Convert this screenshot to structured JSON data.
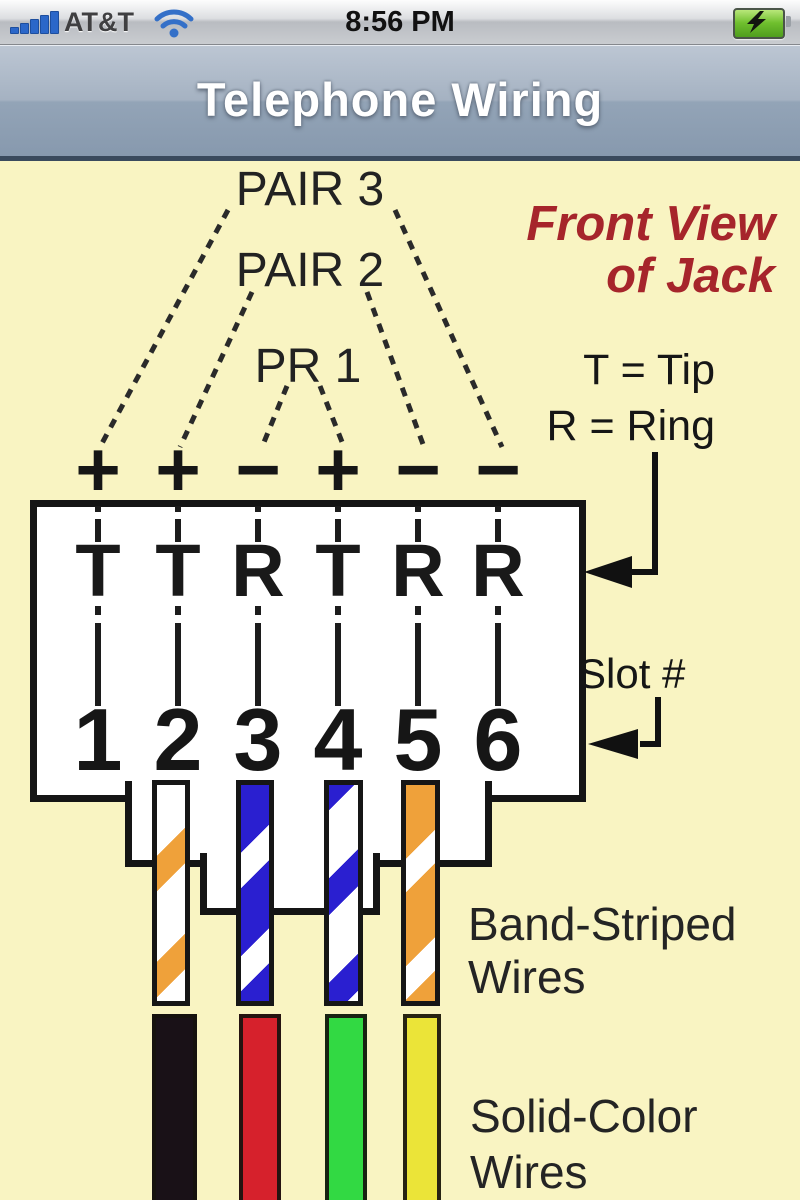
{
  "status_bar": {
    "carrier": "AT&T",
    "time": "8:56 PM",
    "icons": [
      "signal-strength-icon",
      "wifi-icon",
      "battery-charging-icon"
    ]
  },
  "nav_bar": {
    "title": "Telephone Wiring"
  },
  "diagram": {
    "pair_labels": [
      "PAIR 3",
      "PAIR 2",
      "PR 1"
    ],
    "front_view_label": {
      "line1": "Front View",
      "line2": "of Jack"
    },
    "legend": {
      "tip": "T = Tip",
      "ring": "R = Ring"
    },
    "slot_label": "Slot #",
    "jack": {
      "polarity": [
        "+",
        "+",
        "−",
        "+",
        "−",
        "−"
      ],
      "letters": [
        "T",
        "T",
        "R",
        "T",
        "R",
        "R"
      ],
      "numbers": [
        "1",
        "2",
        "3",
        "4",
        "5",
        "6"
      ],
      "pair_connections": {
        "PAIR 3": [
          1,
          6
        ],
        "PAIR 2": [
          2,
          5
        ],
        "PR 1": [
          3,
          4
        ]
      }
    },
    "wire_labels": {
      "striped_line1": "Band-Striped",
      "striped_line2": "Wires",
      "solid_line1": "Solid-Color",
      "solid_line2": "Wires"
    },
    "striped_wires": [
      "white-orange",
      "blue-white",
      "white-blue",
      "orange-white"
    ],
    "solid_wires": [
      "black",
      "red",
      "green",
      "yellow"
    ],
    "colors": {
      "background": "#f9f4c2",
      "accent_red": "#a6252b",
      "orange": "#efa13a",
      "blue": "#2a1fd0",
      "wire_black": "#191117",
      "wire_red": "#d6212c",
      "wire_green": "#32d943",
      "wire_yellow": "#ebe438"
    }
  }
}
